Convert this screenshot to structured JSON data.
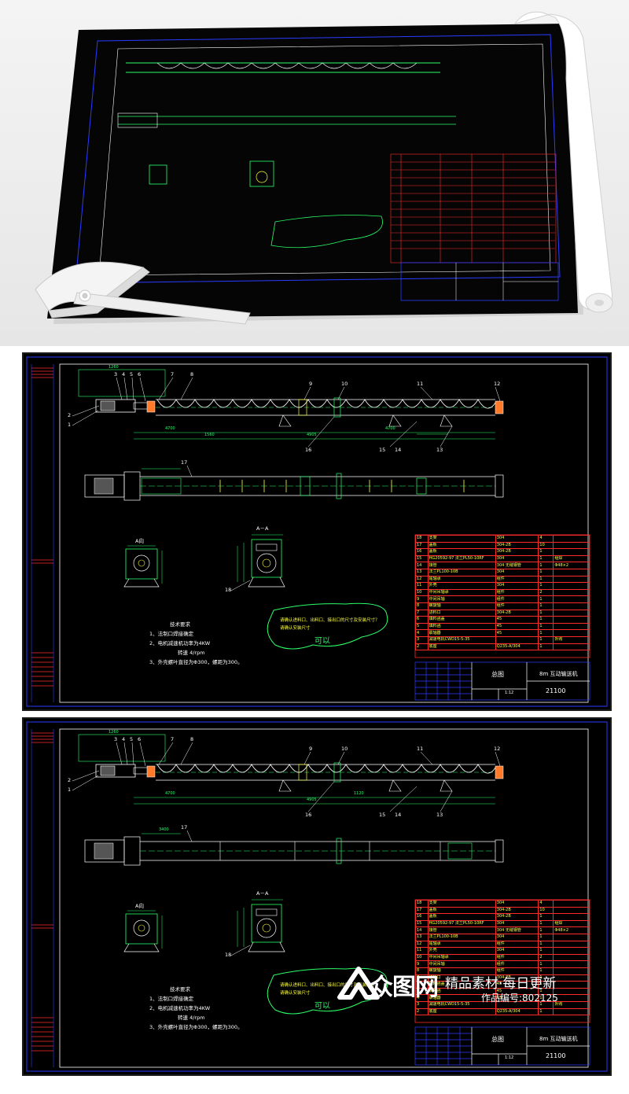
{
  "drawing": {
    "title": "8m 互动输送机",
    "number": "21100",
    "name": "总图",
    "scale": "1:12",
    "section_label": "A－A",
    "view_label": "A向",
    "tech_requirements": {
      "heading": "技术要求",
      "items": [
        "1、法制口焊接确定",
        "2、电机减速机功率为4KW",
        "转速 4/rpm",
        "3、外壳螺叶直径为Φ300，螺距为300。"
      ]
    },
    "note_bubble": {
      "text": "请确认进料口、出料口、接出口的尺寸及安装尺寸？",
      "text2": "请确认安装尺寸",
      "reply": "可以"
    },
    "callouts": [
      "1",
      "2",
      "3",
      "4",
      "5",
      "6",
      "7",
      "8",
      "9",
      "10",
      "11",
      "12",
      "13",
      "14",
      "15",
      "16",
      "17",
      "18"
    ],
    "bom_rows": [
      [
        "18",
        "支架",
        "304",
        "4",
        ""
      ],
      [
        "17",
        "盖板",
        "304-2B",
        "10",
        ""
      ],
      [
        "16",
        "盖板",
        "304-2B",
        "1",
        ""
      ],
      [
        "15",
        "HG20592-97 法兰PL50-10RF",
        "304",
        "1",
        "组焊"
      ],
      [
        "14",
        "接管",
        "304 无缝钢管",
        "1",
        "Φ48×2"
      ],
      [
        "13",
        "法兰PL100-10B",
        "304",
        "1",
        ""
      ],
      [
        "12",
        "尾轴承",
        "组件",
        "1",
        ""
      ],
      [
        "11",
        "外壳",
        "304",
        "1",
        ""
      ],
      [
        "10",
        "中间吊轴承",
        "组件",
        "2",
        ""
      ],
      [
        "9",
        "中间吊轴",
        "组件",
        "1",
        ""
      ],
      [
        "8",
        "螺旋轴",
        "组件",
        "1",
        ""
      ],
      [
        "7",
        "进料口",
        "304-2B",
        "1",
        ""
      ],
      [
        "6",
        "填料函盖",
        "45",
        "1",
        ""
      ],
      [
        "5",
        "填料函",
        "45",
        "1",
        ""
      ],
      [
        "4",
        "联轴器",
        "45",
        "1",
        ""
      ],
      [
        "3",
        "减速电机CWD15-5-35",
        "",
        "1",
        "外购"
      ],
      [
        "2",
        "底座",
        "Q235-A/304",
        "1",
        ""
      ]
    ],
    "dimensions": [
      "1260",
      "4700",
      "1560",
      "4700",
      "4905",
      "1120",
      "3400"
    ]
  },
  "watermark": {
    "logo": "众图网",
    "slogan": "精品素材·每日更新",
    "work_id": "作品编号:802125"
  },
  "colors": {
    "cad_background": "#000000",
    "green": "#2bff6a",
    "yellow": "#ffff3c",
    "red": "#ff2a2a",
    "blue": "#2a3cff",
    "white": "#ffffff",
    "cyan": "#3cf0ff"
  }
}
